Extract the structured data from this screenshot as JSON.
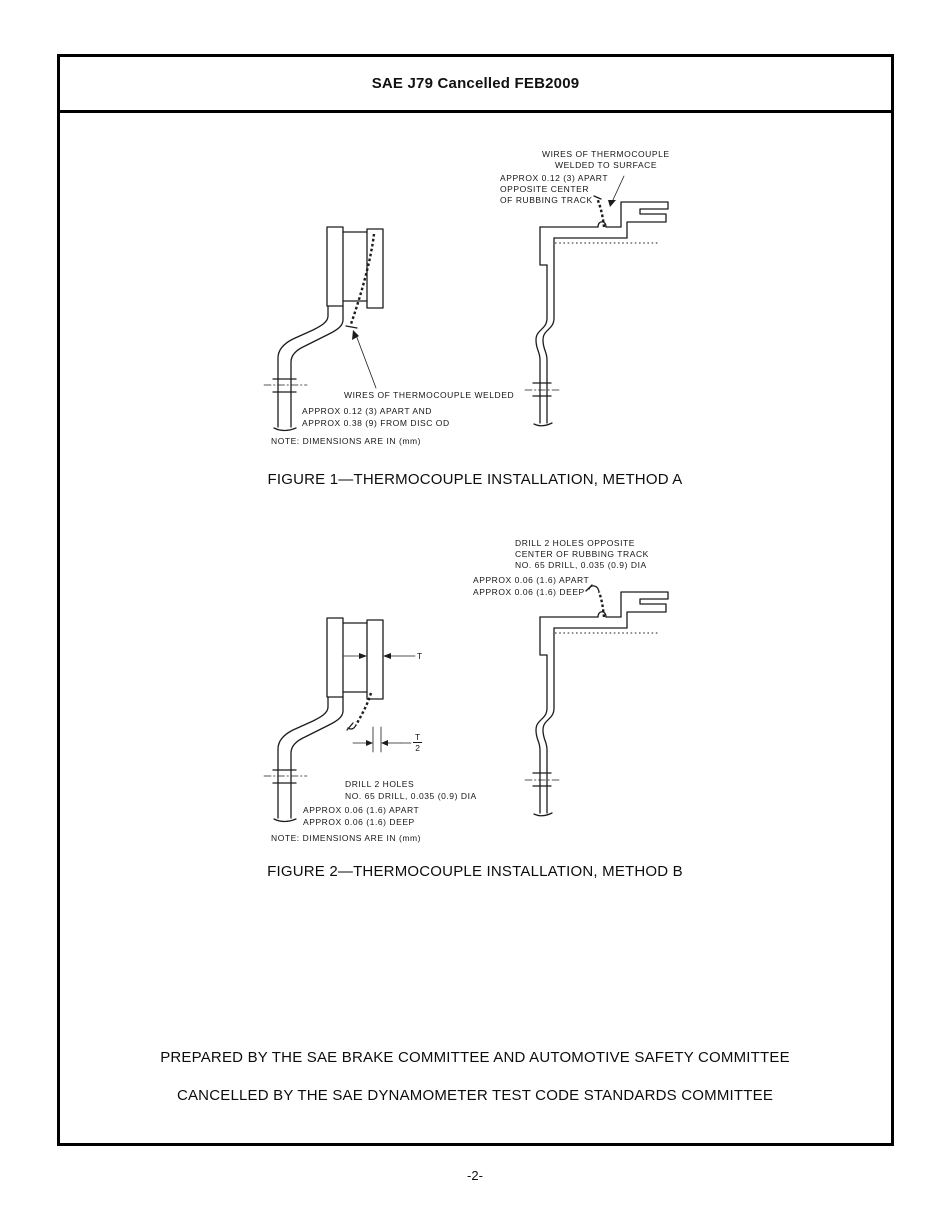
{
  "header": {
    "title": "SAE J79 Cancelled FEB2009"
  },
  "figure1": {
    "caption": "FIGURE 1—THERMOCOUPLE INSTALLATION, METHOD A",
    "disc_label": {
      "l1": "WIRES OF THERMOCOUPLE",
      "l2": "WELDED TO SURFACE",
      "l3": "APPROX 0.12 (3) APART",
      "l4": "OPPOSITE CENTER",
      "l5": "OF RUBBING TRACK"
    },
    "drum_label": {
      "l1": "WIRES OF THERMOCOUPLE WELDED",
      "l2": "APPROX 0.12 (3) APART AND",
      "l3": "APPROX 0.38 (9) FROM DISC OD"
    },
    "note": "NOTE: DIMENSIONS ARE IN (mm)"
  },
  "figure2": {
    "caption": "FIGURE 2—THERMOCOUPLE INSTALLATION, METHOD B",
    "disc_label": {
      "l1": "DRILL 2 HOLES OPPOSITE",
      "l2": "CENTER OF RUBBING TRACK",
      "l3": "NO. 65 DRILL, 0.035 (0.9) DIA",
      "l4": "APPROX 0.06 (1.6) APART",
      "l5": "APPROX 0.06 (1.6) DEEP"
    },
    "drum_label": {
      "l1": "DRILL 2 HOLES",
      "l2": "NO. 65 DRILL, 0.035 (0.9) DIA",
      "l3": "APPROX 0.06 (1.6) APART",
      "l4": "APPROX 0.06 (1.6) DEEP"
    },
    "dims": {
      "t": "T",
      "t_num": "T",
      "t_den": "2"
    },
    "note": "NOTE: DIMENSIONS ARE IN (mm)"
  },
  "footer": {
    "line1": "PREPARED BY THE SAE BRAKE COMMITTEE AND AUTOMOTIVE SAFETY COMMITTEE",
    "line2": "CANCELLED BY THE SAE DYNAMOMETER TEST CODE STANDARDS COMMITTEE",
    "page_number": "-2-"
  }
}
